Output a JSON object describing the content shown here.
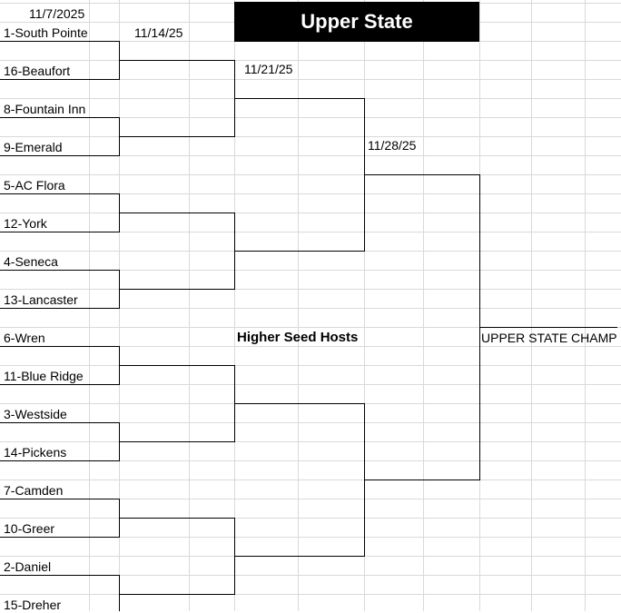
{
  "title": "Upper State",
  "dates": {
    "round1": "11/7/2025",
    "round2": "11/14/25",
    "round3": "11/21/25",
    "round4": "11/28/25"
  },
  "teams": [
    "1-South Pointe",
    "16-Beaufort",
    "8-Fountain Inn",
    "9-Emerald",
    "5-AC Flora",
    "12-York",
    "4-Seneca",
    "13-Lancaster",
    "6-Wren",
    "11-Blue Ridge",
    "3-Westside",
    "14-Pickens",
    "7-Camden",
    "10-Greer",
    "2-Daniel",
    "15-Dreher"
  ],
  "note": "Higher Seed Hosts",
  "champion_label": "UPPER STATE CHAMP",
  "colors": {
    "title_bg": "#000000",
    "title_text": "#ffffff",
    "gridline": "#d9d9d9",
    "bracket_line": "#000000"
  }
}
